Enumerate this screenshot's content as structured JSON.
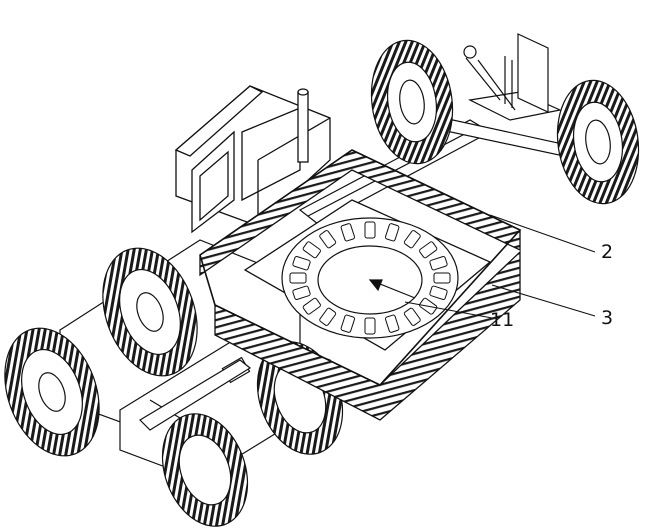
{
  "figure": {
    "callouts": [
      {
        "id": "2",
        "label": "2"
      },
      {
        "id": "3",
        "label": "3"
      },
      {
        "id": "11",
        "label": "11"
      }
    ]
  },
  "colors": {
    "line": "#111111",
    "background": "#ffffff",
    "tread": "#1a1a1a"
  }
}
